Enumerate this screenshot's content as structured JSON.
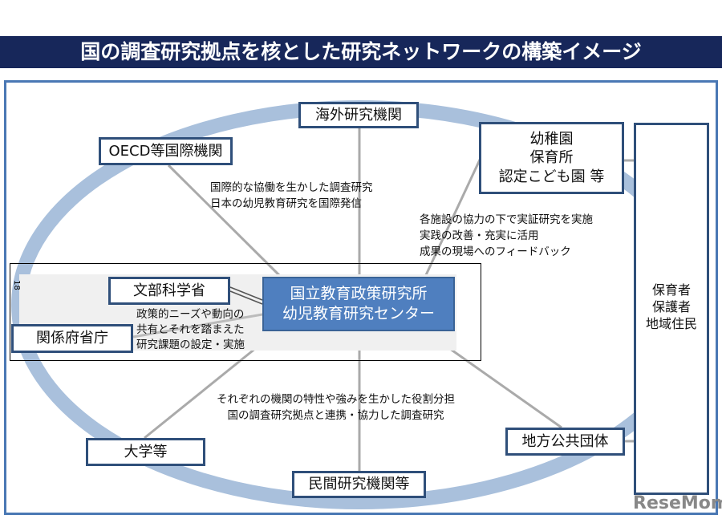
{
  "title": "国の調査研究拠点を核とした研究ネットワークの構築イメージ",
  "page_number": "18",
  "nodes": {
    "overseas": "海外研究機関",
    "oecd": "OECD等国際機関",
    "kindergarten": [
      "幼稚園",
      "保育所",
      "認定こども園 等"
    ],
    "caregivers": [
      "保育者",
      "保護者",
      "地域住民"
    ],
    "mext": "文部科学省",
    "center": [
      "国立教育政策研究所",
      "幼児教育研究センター"
    ],
    "ministries": "関係府省庁",
    "university": "大学等",
    "private": "民間研究機関等",
    "local_gov": "地方公共団体"
  },
  "notes": {
    "international": [
      "国際的な協働を生かした調査研究",
      "日本の幼児教育研究を国際発信"
    ],
    "facilities": [
      "各施設の協力の下で実証研究を実施",
      "実践の改善・充実に活用",
      "成果の現場へのフィードバック"
    ],
    "policy": [
      "政策的ニーズや動向の",
      "共有とそれを踏まえた",
      "研究課題の設定・実施"
    ],
    "roles": [
      "それぞれの機関の特性や強みを生かした役割分担",
      "国の調査研究拠点と連携・協力した調査研究"
    ]
  },
  "watermark": "ReseMom",
  "colors": {
    "title_bg": "#17275a",
    "center_fill": "#4f7fbf",
    "ellipse": "#a9c0dc",
    "frame": "#4a78b4"
  }
}
